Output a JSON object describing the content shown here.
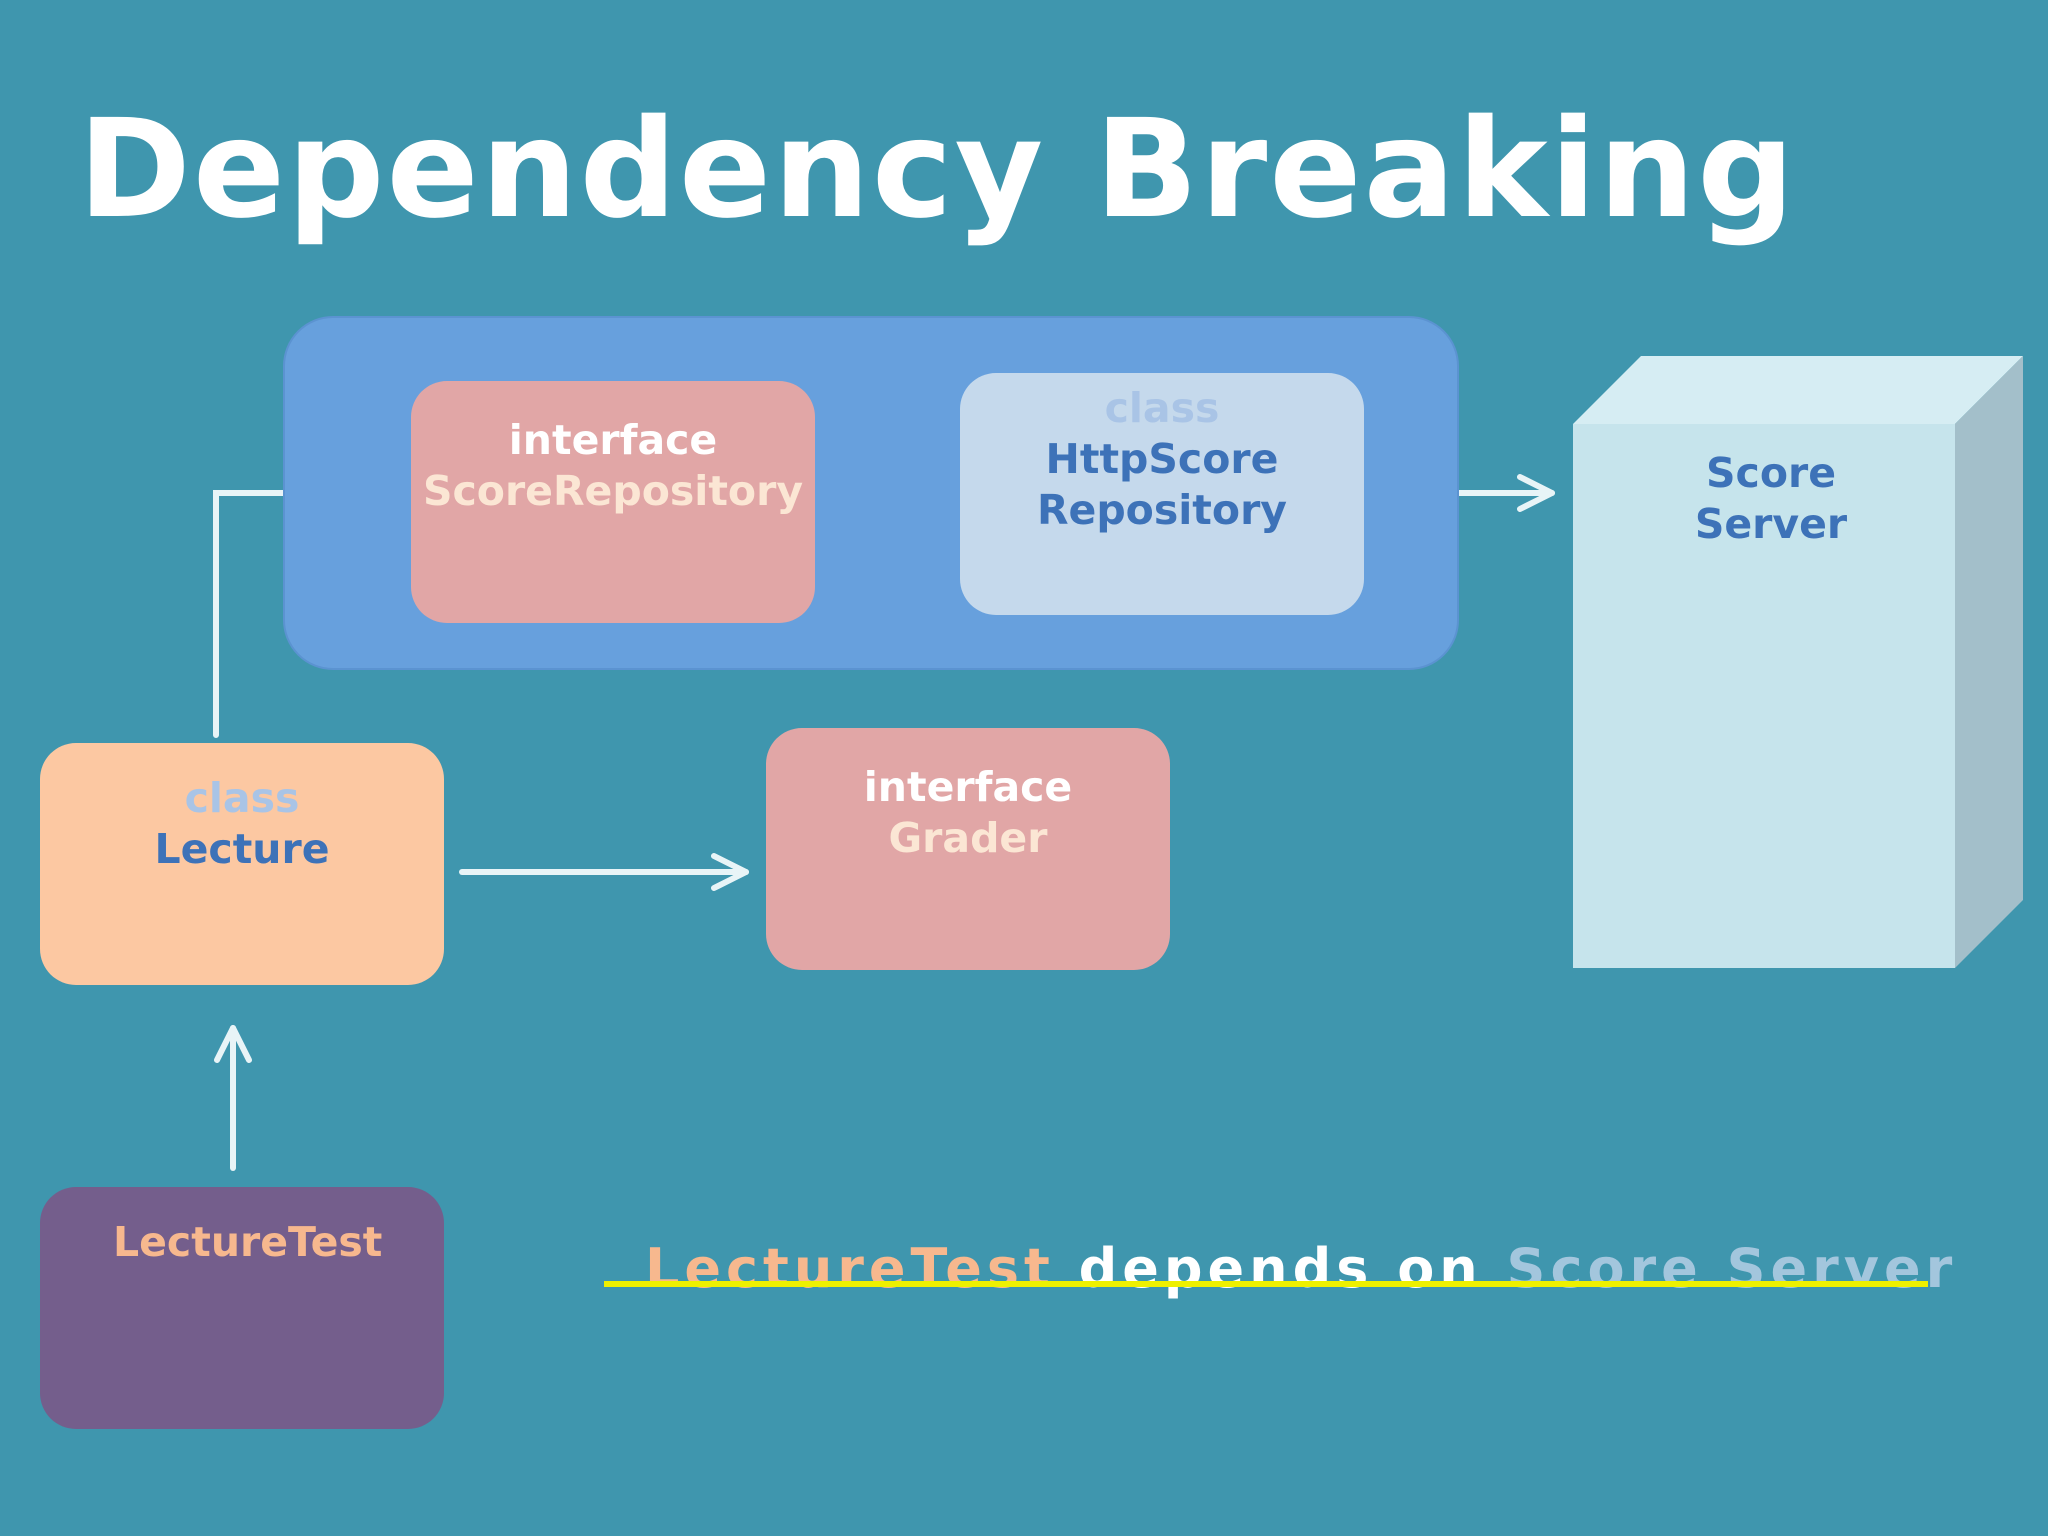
{
  "title": "Dependency Breaking",
  "colors": {
    "background": "#3f96ae",
    "group_fill": "#67a0dd",
    "interface_fill": "#e1a6a6",
    "class_light_fill": "#c5d9ec",
    "lecture_fill": "#fcc8a2",
    "lecturetest_fill": "#745e8c",
    "server_front": "#c6e4ec",
    "server_top": "#d6edf3",
    "server_side": "#a3bfca",
    "arrow": "#e8f4f7",
    "strike": "#eef000",
    "keyword_white": "#ffffff",
    "keyword_muted": "#a9c4e6",
    "name_blue": "#3d72b8",
    "name_cream": "#fbe6d4",
    "name_orange": "#f7b88e",
    "caption_server": "#a3c6dd"
  },
  "nodes": {
    "score_repository": {
      "keyword": "interface",
      "name": "ScoreRepository"
    },
    "http_score_repository": {
      "keyword": "class",
      "name_line1": "HttpScore",
      "name_line2": "Repository"
    },
    "lecture": {
      "keyword": "class",
      "name": "Lecture"
    },
    "grader": {
      "keyword": "interface",
      "name": "Grader"
    },
    "lecture_test": {
      "name": "LectureTest"
    },
    "score_server": {
      "line1": "Score",
      "line2": "Server"
    }
  },
  "caption": {
    "subject": "LectureTest",
    "verb": " depends on ",
    "object": "Score Server",
    "struck_through": true
  }
}
